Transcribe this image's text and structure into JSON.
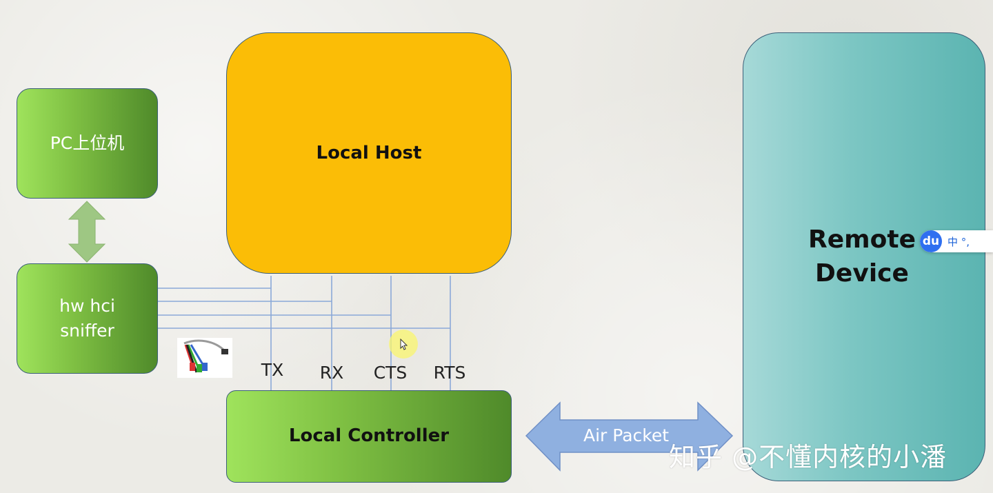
{
  "nodes": {
    "pc": "PC上位机",
    "sniffer": "hw hci\nsniffer",
    "local_host": "Local Host",
    "local_controller": "Local Controller",
    "remote_device": "Remote\nDevice"
  },
  "signals": {
    "tx": "TX",
    "rx": "RX",
    "cts": "CTS",
    "rts": "RTS"
  },
  "air_packet_label": "Air Packet",
  "watermark": "知乎 @不懂内核的小潘",
  "ime_toolbar": {
    "logo": "du",
    "text": "中 °,"
  },
  "colors": {
    "local_host": "#fbbd06",
    "green_box": "#7fc043",
    "remote_device": "#7cc6c3",
    "air_packet_arrow": "#8fb0e0",
    "sniffer_lines": "#8aa8d8"
  }
}
